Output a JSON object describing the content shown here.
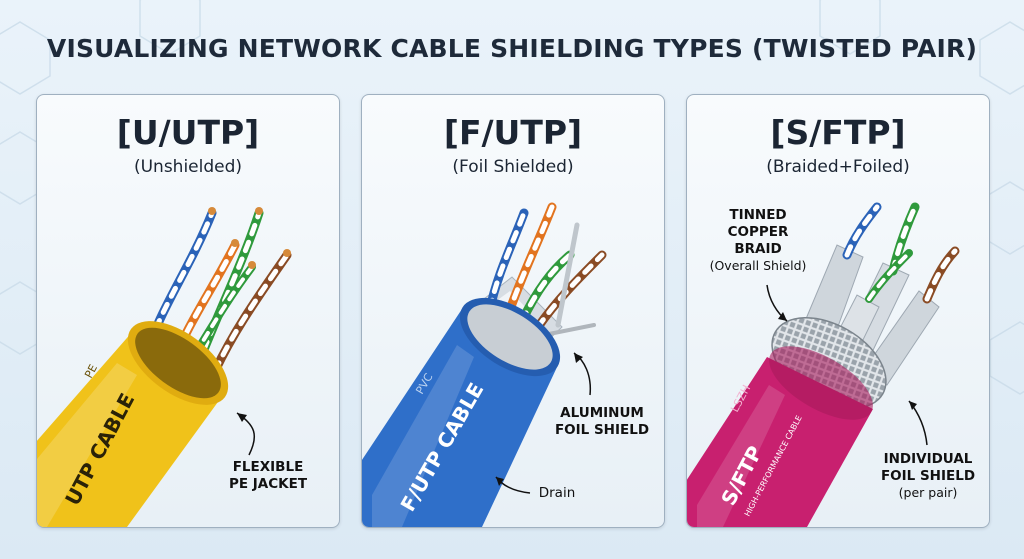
{
  "title": "VISUALIZING NETWORK CABLE SHIELDING TYPES (TWISTED PAIR)",
  "panels": [
    {
      "title": "[U/UTP]",
      "subtitle": "(Unshielded)",
      "jacket_material": "PE",
      "cable_label": "UTP CABLE",
      "jacket_color": "#f0c21a",
      "callouts": [
        {
          "line1": "FLEXIBLE",
          "line2": "PE JACKET"
        }
      ]
    },
    {
      "title": "[F/UTP]",
      "subtitle": "(Foil Shielded)",
      "jacket_material": "PVC",
      "cable_label": "F/UTP CABLE",
      "jacket_color": "#2f6fc9",
      "callouts": [
        {
          "line1": "ALUMINUM",
          "line2": "FOIL SHIELD"
        },
        {
          "line1": "Drain"
        }
      ]
    },
    {
      "title": "[S/FTP]",
      "subtitle": "(Braided+Foiled)",
      "jacket_material": "LSZH",
      "cable_label": "S/FTP",
      "cable_sublabel": "HIGH-PERFORMANCE CABLE",
      "jacket_color": "#c8206f",
      "callouts": [
        {
          "line1": "TINNED",
          "line2": "COPPER",
          "line3": "BRAID",
          "note": "(Overall Shield)"
        },
        {
          "line1": "INDIVIDUAL",
          "line2": "FOIL SHIELD",
          "note": "(per pair)"
        }
      ]
    }
  ]
}
